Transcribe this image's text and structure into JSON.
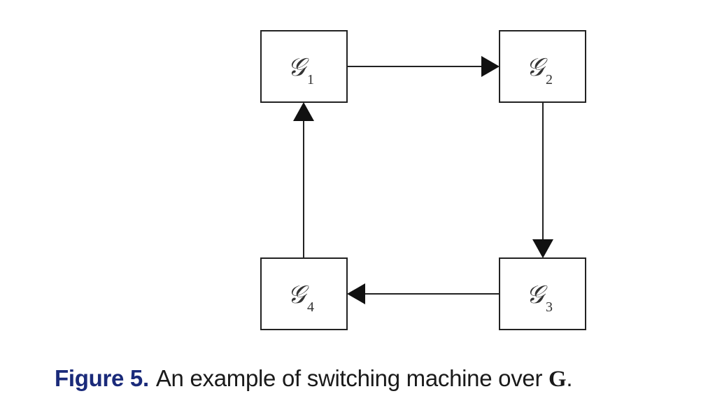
{
  "diagram": {
    "nodes": [
      {
        "id": "n1",
        "symbol": "𝒢",
        "sub": "1"
      },
      {
        "id": "n2",
        "symbol": "𝒢",
        "sub": "2"
      },
      {
        "id": "n3",
        "symbol": "𝒢",
        "sub": "3"
      },
      {
        "id": "n4",
        "symbol": "𝒢",
        "sub": "4"
      }
    ],
    "edges": [
      {
        "from": "n1",
        "to": "n2"
      },
      {
        "from": "n2",
        "to": "n3"
      },
      {
        "from": "n3",
        "to": "n4"
      },
      {
        "from": "n4",
        "to": "n1"
      }
    ],
    "colors": {
      "stroke": "#222222",
      "caption_label": "#1a2a7a"
    }
  },
  "caption": {
    "label": "Figure 5.",
    "text": "An example of switching machine over ",
    "symbol": "G",
    "end": "."
  }
}
